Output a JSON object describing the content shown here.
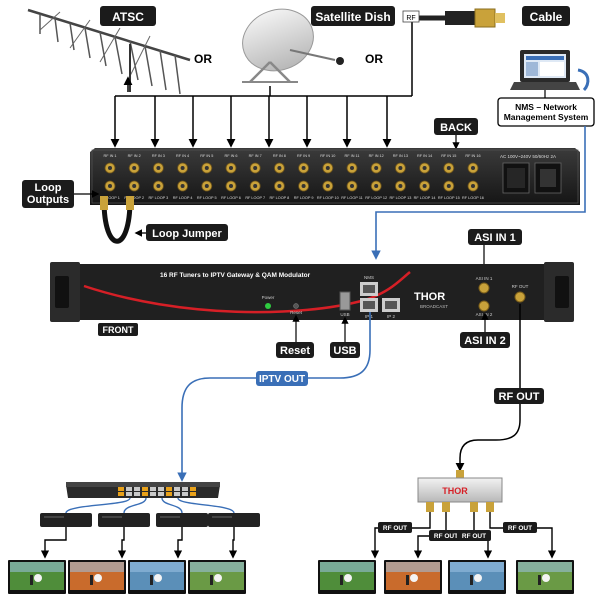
{
  "labels": {
    "atsc": "ATSC",
    "satellite": "Satellite Dish",
    "cable": "Cable",
    "or1": "OR",
    "or2": "OR",
    "rf_tag": "RF",
    "nms": "NMS – Network Management System",
    "back": "BACK",
    "loop_outputs": "Loop Outputs",
    "loop_jumper": "Loop Jumper",
    "asi_in1": "ASI IN 1",
    "asi_in2": "ASI IN 2",
    "front": "FRONT",
    "reset": "Reset",
    "usb": "USB",
    "iptv_out": "IPTV OUT",
    "rf_out": "RF OUT",
    "rf_out_small": "RF OUT"
  },
  "back_panel": {
    "rf_in_labels": [
      "RF IN 1",
      "RF IN 2",
      "RF IN 3",
      "RF IN 4",
      "RF IN 5",
      "RF IN 6",
      "RF IN 7",
      "RF IN 8",
      "RF IN 9",
      "RF IN 10",
      "RF IN 11",
      "RF IN 12",
      "RF IN 13",
      "RF IN 14",
      "RF IN 15",
      "RF IN 16"
    ],
    "rf_loop_labels": [
      "RF LOOP 1",
      "RF LOOP 2",
      "RF LOOP 3",
      "RF LOOP 4",
      "RF LOOP 5",
      "RF LOOP 6",
      "RF LOOP 7",
      "RF LOOP 8",
      "RF LOOP 9",
      "RF LOOP 10",
      "RF LOOP 11",
      "RF LOOP 12",
      "RF LOOP 13",
      "RF LOOP 14",
      "RF LOOP 15",
      "RF LOOP 16"
    ],
    "power_text": "AC 100V~240V 50/60Hz 2A"
  },
  "front_panel": {
    "title": "16 RF Tuners to IPTV Gateway & QAM Modulator",
    "brand": "THOR",
    "brand_sub": "BROADCAST",
    "power": "Power",
    "reset": "Reset",
    "usb": "USB",
    "nms": "NMS",
    "ip1": "IP 1",
    "ip2": "IP 2",
    "asi_in1": "ASI IN 1",
    "asi_in2": "ASI IN 2",
    "rf_out": "RF OUT"
  },
  "splitter": {
    "brand": "THOR"
  },
  "colors": {
    "device": "#232323",
    "device_dark": "#111111",
    "accent_red": "#d61f26",
    "cable_blue": "#3a6fb7",
    "label_bg": "#1b1b1b",
    "connector_gold": "#c9a23a"
  }
}
